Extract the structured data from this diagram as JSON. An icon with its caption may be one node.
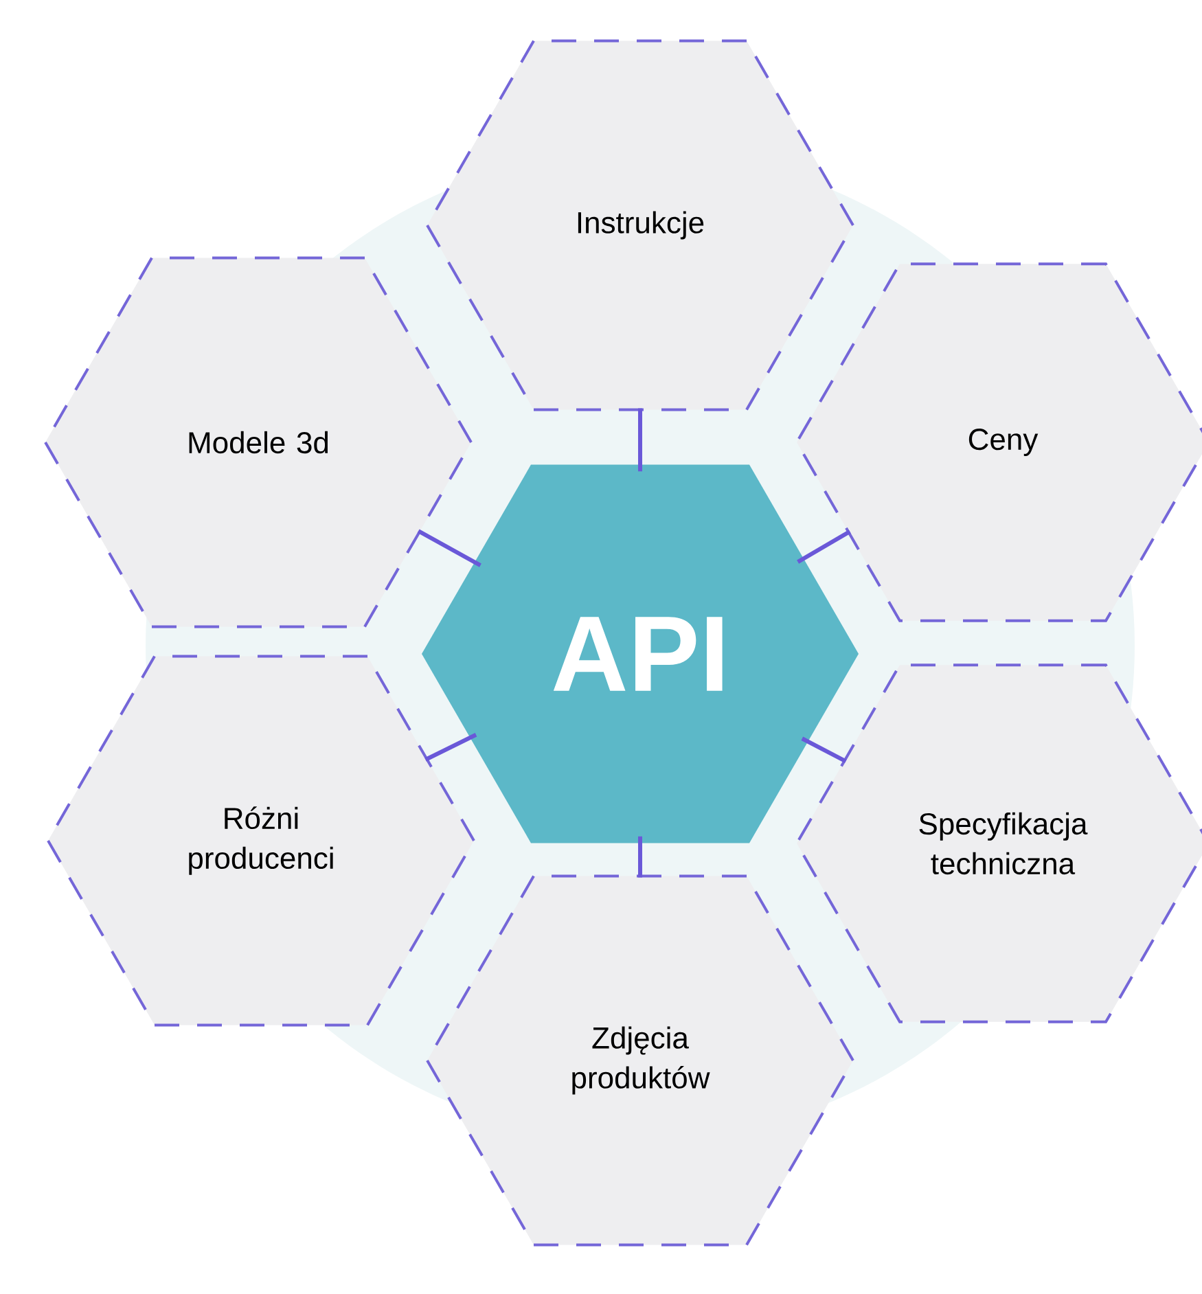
{
  "diagram": {
    "nodes": [
      {
        "text": [
          "API"
        ]
      },
      {
        "text": [
          "Instrukcje"
        ]
      },
      {
        "text": [
          "Modele 3d"
        ]
      },
      {
        "text": [
          "Ceny"
        ]
      },
      {
        "text": [
          "Różni producenci"
        ]
      },
      {
        "text": [
          "Specyfikacja techniczna"
        ]
      },
      {
        "text": [
          "Zdjęcia produktów"
        ]
      }
    ],
    "edges": [
      {
        "from": 0,
        "to": 1,
        "arrow": "none"
      },
      {
        "from": 0,
        "to": 2,
        "arrow": "none"
      },
      {
        "from": 0,
        "to": 3,
        "arrow": "none"
      },
      {
        "from": 0,
        "to": 4,
        "arrow": "none"
      },
      {
        "from": 0,
        "to": 5,
        "arrow": "none"
      },
      {
        "from": 0,
        "to": 6,
        "arrow": "none"
      }
    ]
  }
}
